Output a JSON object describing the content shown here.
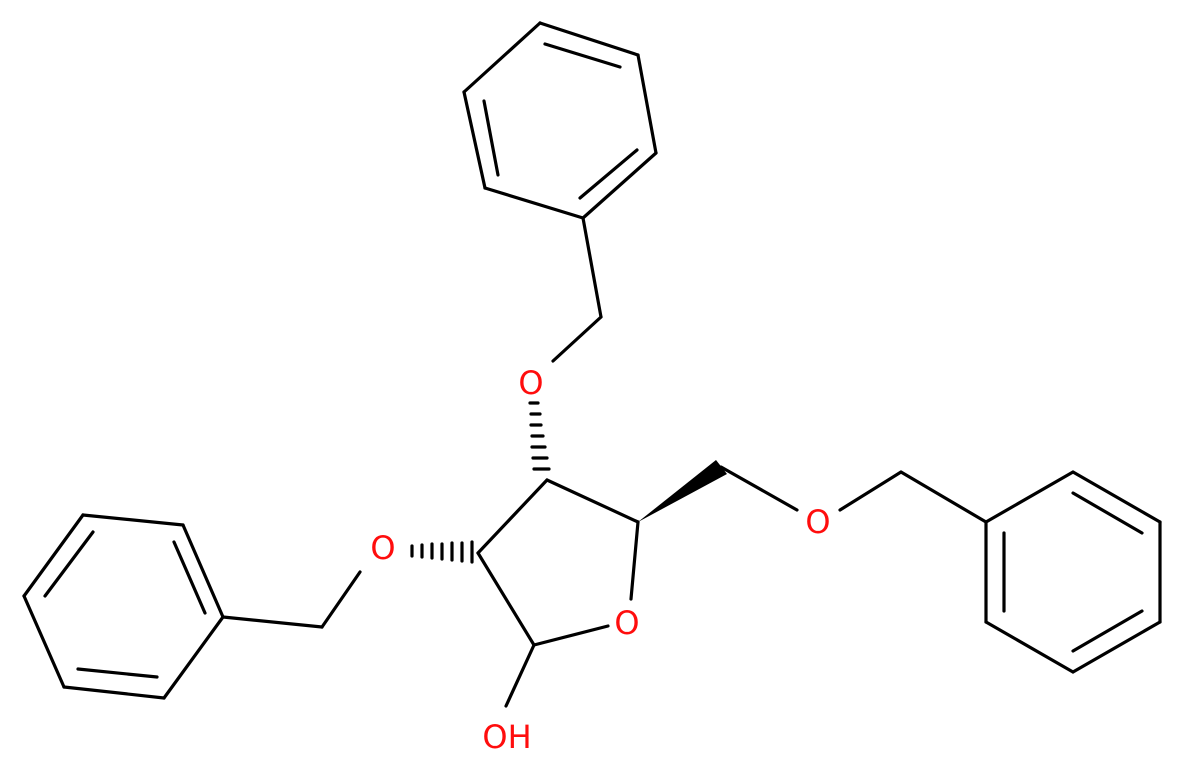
{
  "colors": {
    "bond": "#000000",
    "oxygen": "#ff0d0d",
    "background": "#ffffff"
  },
  "molecule": {
    "atoms": {
      "o_top": "O",
      "o_left": "O",
      "o_ring": "O",
      "o_right": "O",
      "oh": "OH"
    }
  }
}
